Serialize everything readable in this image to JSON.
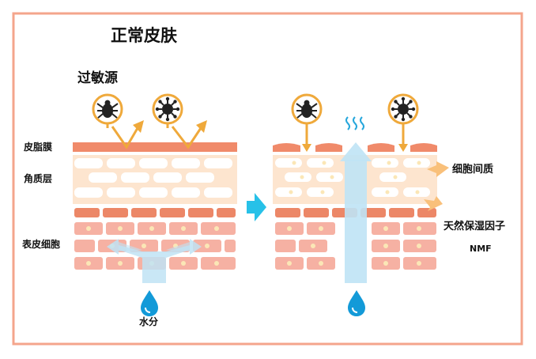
{
  "title": "正常皮肤",
  "labels": {
    "allergen": "过敏源",
    "sebum_membrane": "皮脂膜",
    "stratum_corneum": "角质层",
    "epidermal_cells": "表皮细胞",
    "water": "水分",
    "intercellular_matrix": "细胞间质",
    "nmf_cn": "天然保湿因子",
    "nmf_en": "NMF"
  },
  "colors": {
    "frame": "#f4a58c",
    "sebum": "#f08a6a",
    "corneum": "#fde5cf",
    "cell_row": "#f6b1a3",
    "cell_top": "#ec8767",
    "nucleus": "#fbe7b6",
    "water_blue": "#bfe3f5",
    "drop_blue": "#139ad8",
    "arrow_orange": "#f2b04a",
    "cyan_arrow": "#27c1e8",
    "icon_ring": "#efa93b"
  },
  "icons": [
    "mite-icon",
    "virus-icon",
    "mite-icon",
    "virus-icon",
    "water-drop-icon",
    "water-drop-icon",
    "steam-icon",
    "right-arrow-icon"
  ]
}
